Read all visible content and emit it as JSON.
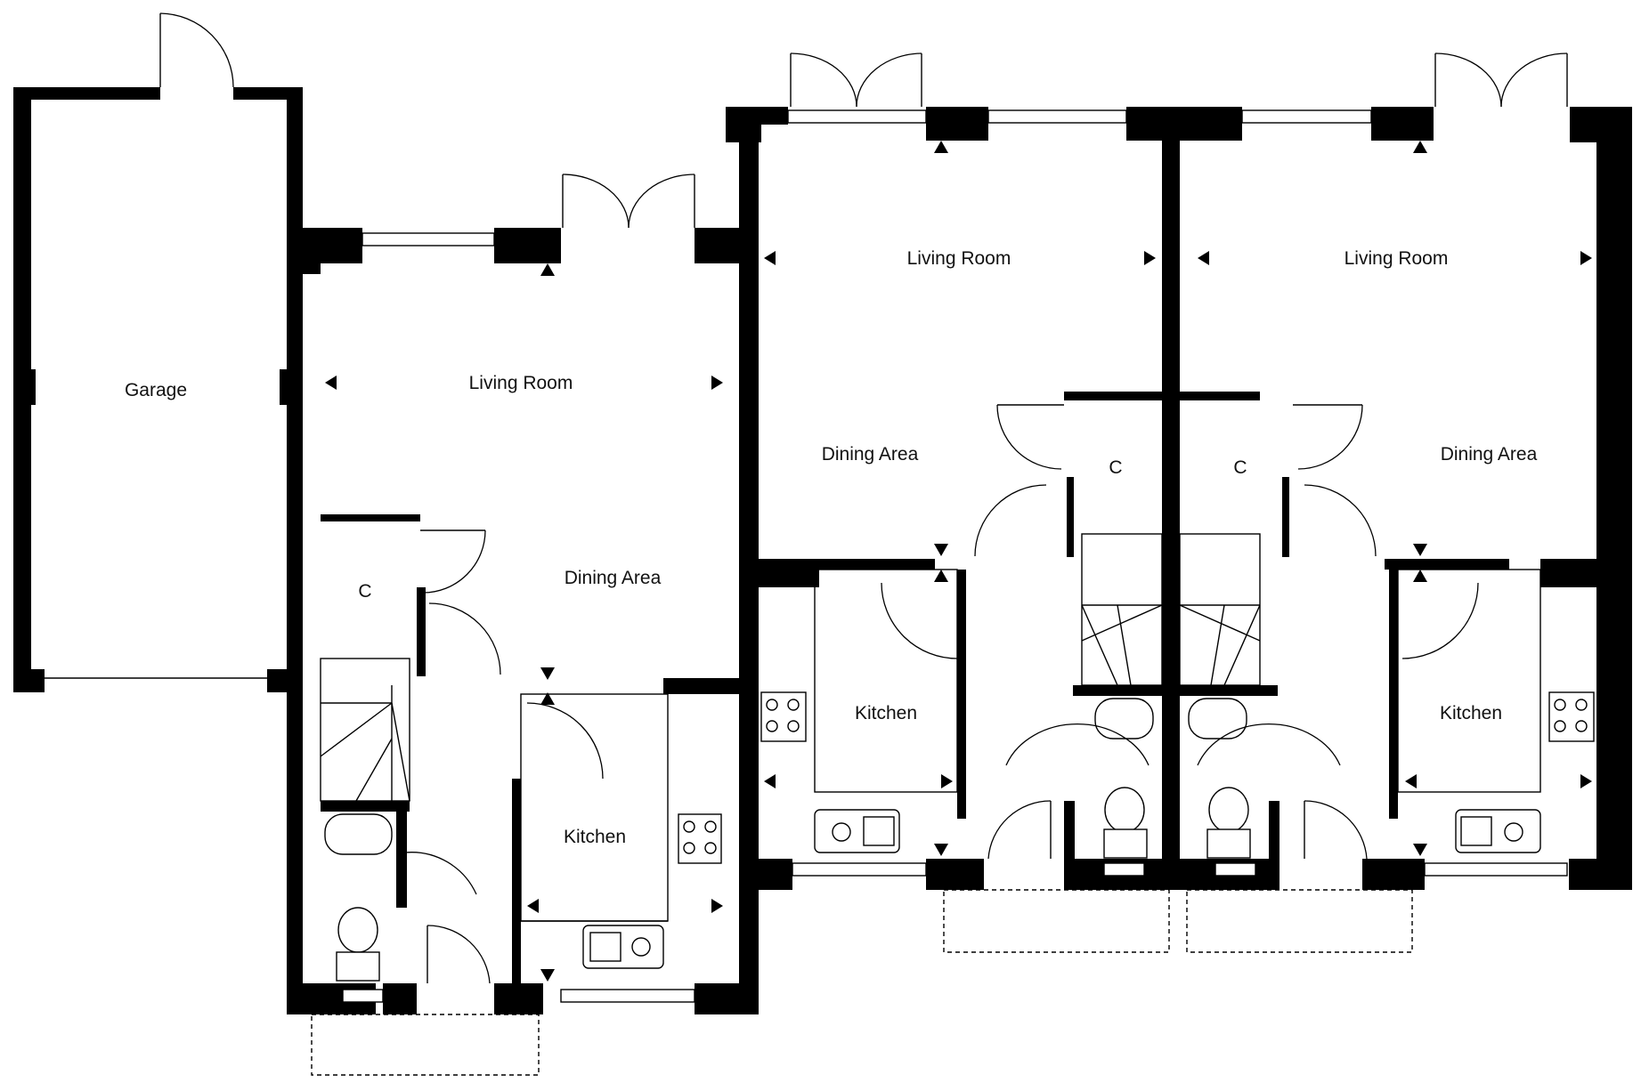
{
  "plan": {
    "house_1": {
      "garage": "Garage",
      "living_room": "Living Room",
      "dining_area": "Dining Area",
      "cupboard": "C",
      "kitchen": "Kitchen"
    },
    "house_2": {
      "living_room": "Living Room",
      "dining_area": "Dining Area",
      "cupboard": "C",
      "kitchen": "Kitchen"
    },
    "house_3": {
      "living_room": "Living Room",
      "dining_area": "Dining Area",
      "cupboard": "C",
      "kitchen": "Kitchen"
    }
  },
  "colors": {
    "wall": "#000000",
    "background": "#ffffff",
    "text": "#111111"
  }
}
